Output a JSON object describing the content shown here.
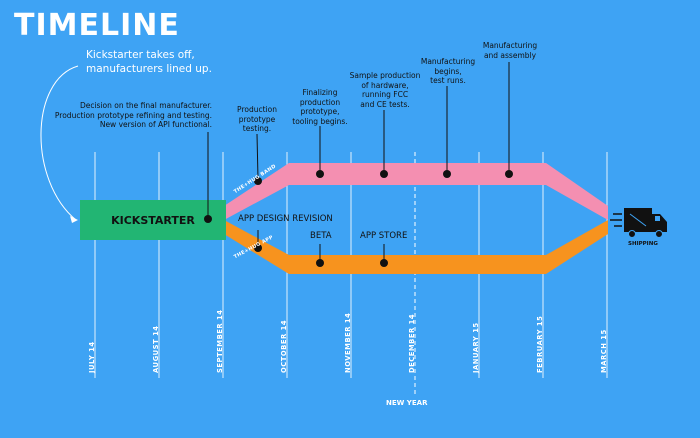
{
  "title": "TIMELINE",
  "headline": "Kickstarter takes off,\nmanufacturers lined up.",
  "kickstarter_label": "KICKSTARTER",
  "band_top_label": "THE+HUG BAND",
  "band_bottom_label": "THE+HUG APP",
  "shipping_label": "SHIPPING",
  "new_year_label": "NEW YEAR",
  "notes": {
    "decision": "Decision on the final manufacturer.\nProduction prototype refining and testing.\nNew version of API functional.",
    "prototype_testing": "Production\nprototype\ntesting.",
    "finalizing": "Finalizing\nproduction\nprototype,\ntooling begins.",
    "sample": "Sample production\nof hardware,\nrunning FCC\nand CE tests.",
    "mfg_begins": "Manufacturing\nbegins,\ntest runs.",
    "mfg_assembly": "Manufacturing\nand assembly"
  },
  "app_labels": {
    "design_revision": "APP DESIGN REVISION",
    "beta": "BETA",
    "app_store": "APP STORE"
  },
  "months": [
    "JULY 14",
    "AUGUST 14",
    "SEPTEMBER 14",
    "OCTOBER 14",
    "NOVEMBER 14",
    "DECEMBER 14",
    "JANUARY 15",
    "FEBRUARY 15",
    "MARCH 15"
  ],
  "colors": {
    "background": "#3ea3f4",
    "kickstarter": "#22b573",
    "band": "#f48fb1",
    "app": "#f7931e",
    "text": "#111111"
  },
  "icons": {
    "shipping": "truck-icon"
  }
}
